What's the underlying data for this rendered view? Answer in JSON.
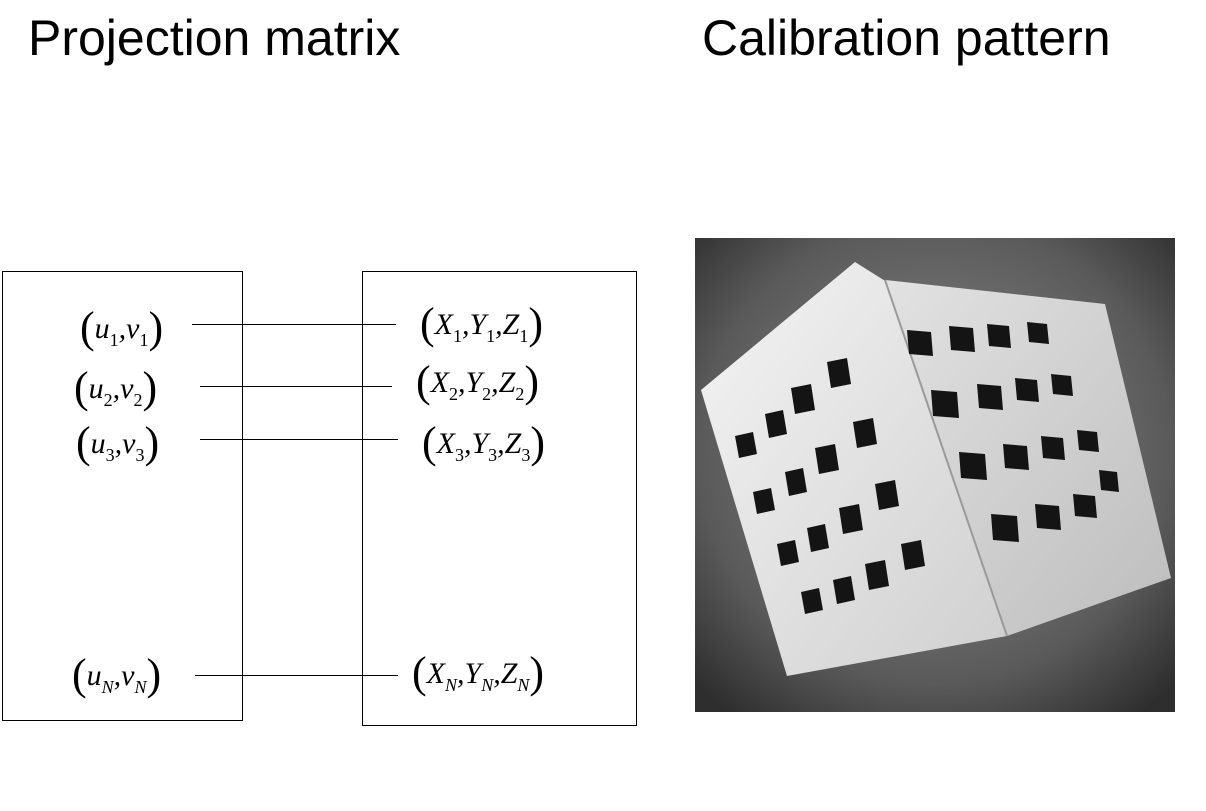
{
  "titles": {
    "left": "Projection matrix",
    "right": "Calibration pattern"
  },
  "image_points": [
    {
      "var1": "u",
      "sub1": "1",
      "var2": "v",
      "sub2": "1"
    },
    {
      "var1": "u",
      "sub1": "2",
      "var2": "v",
      "sub2": "2"
    },
    {
      "var1": "u",
      "sub1": "3",
      "var2": "v",
      "sub2": "3"
    },
    {
      "var1": "u",
      "sub1": "N",
      "var2": "v",
      "sub2": "N"
    }
  ],
  "world_points": [
    {
      "var1": "X",
      "sub1": "1",
      "var2": "Y",
      "sub2": "1",
      "var3": "Z",
      "sub3": "1"
    },
    {
      "var1": "X",
      "sub1": "2",
      "var2": "Y",
      "sub2": "2",
      "var3": "Z",
      "sub3": "2"
    },
    {
      "var1": "X",
      "sub1": "3",
      "var2": "Y",
      "sub2": "3",
      "var3": "Z",
      "sub3": "3"
    },
    {
      "var1": "X",
      "sub1": "N",
      "var2": "Y",
      "sub2": "N",
      "var3": "Z",
      "sub3": "N"
    }
  ],
  "glyphs": {
    "open": "(",
    "close": ")",
    "comma": ","
  }
}
